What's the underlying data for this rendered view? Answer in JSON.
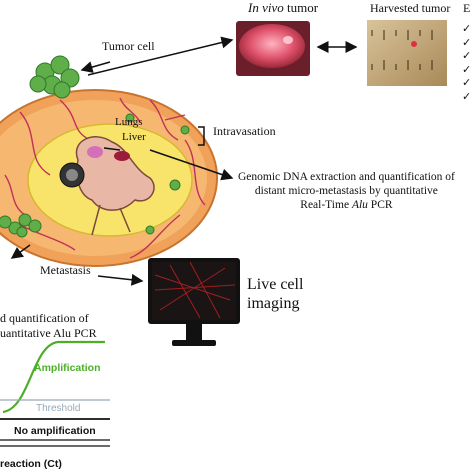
{
  "labels": {
    "in_vivo_italic": "In vivo",
    "in_vivo_rest": " tumor",
    "harvested": "Harvested tumor",
    "edge_letter": "E",
    "tumor_cell": "Tumor cell",
    "intravasation": "Intravasation",
    "lungs": "Lungs",
    "liver": "Liver",
    "genomic_line1": "Genomic DNA extraction and quantification of",
    "genomic_line2": "distant micro-metastasis by quantitative",
    "genomic_line3_pre": "Real-Time ",
    "genomic_line3_alu": "Alu",
    "genomic_line3_post": " PCR",
    "metastasis": "Metastasis",
    "live_cell_1": "Live cell",
    "live_cell_2": "imaging",
    "quant_line1": "d quantification of",
    "quant_line2": "uantitative Alu PCR",
    "amplification": "Amplification",
    "threshold": "Threshold",
    "no_amplification": "No amplification",
    "x_axis": "reaction (Ct)"
  },
  "checks": [
    "✓",
    "✓",
    "✓",
    "✓",
    "✓",
    "✓"
  ],
  "colors": {
    "amplification": "#4caf2a",
    "threshold": "#9aa8b4",
    "tumor_green": "#5fae4a",
    "body_orange": "#f0a25a",
    "inner_yellow": "#f8e46a",
    "vessel_red": "#c0305a"
  }
}
